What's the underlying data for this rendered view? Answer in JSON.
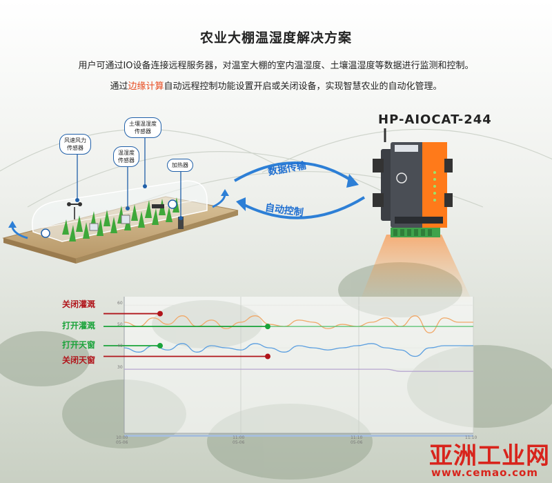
{
  "header": {
    "title": "农业大棚温湿度解决方案",
    "line1": "用户可通过IO设备连接远程服务器，对温室大棚的室内温湿度、土壤温湿度等数据进行监测和控制。",
    "line2_prefix": "通过",
    "line2_highlight": "边缘计算",
    "line2_suffix": "自动远程控制功能设置开启或关闭设备，实现智慧农业的自动化管理。"
  },
  "device": {
    "label": "HP-AIOCAT-244"
  },
  "sensors": {
    "wind": "风速风力\n传感器",
    "soil": "土壤温湿度\n传感器",
    "temp_hum": "温湿度\n传感器",
    "heater": "加热器"
  },
  "flows": {
    "upload": "数据传输",
    "control": "自动控制"
  },
  "actions": {
    "close_irrigation": "关闭灌溉",
    "open_irrigation": "打开灌溉",
    "open_window": "打开天窗",
    "close_window": "关闭天窗"
  },
  "colors": {
    "accent_red": "#b0141a",
    "accent_green": "#1aa33a",
    "flow_blue": "#1f6fd1",
    "highlight": "#e8491d"
  },
  "watermark": {
    "brand": "亚洲工业网",
    "url": "www.cemao.com"
  },
  "chart_data": {
    "type": "line",
    "y_ticks": [
      "60",
      "50",
      "40",
      "30"
    ],
    "x_ticks": [
      "10:00\n05-06",
      "11:00\n05-06",
      "11:10\n05-06",
      "11:10"
    ],
    "series": [
      {
        "values": [
          52,
          50,
          54,
          51,
          55,
          50,
          53,
          49,
          52,
          55,
          51,
          50,
          53,
          52,
          49,
          51,
          50,
          52,
          54,
          50,
          55,
          47,
          54,
          52,
          52
        ]
      },
      {
        "values": [
          40,
          38,
          41,
          39,
          42,
          38,
          41,
          40,
          39,
          42,
          40,
          38,
          41,
          40,
          39,
          40,
          41,
          42,
          40,
          39,
          36,
          40,
          41,
          41,
          41
        ]
      },
      {
        "values": [
          30,
          30,
          30,
          30,
          30,
          30,
          30,
          30,
          30,
          30,
          30,
          30,
          30,
          30,
          30,
          30,
          30,
          30,
          30,
          29,
          29,
          29,
          29,
          29,
          29
        ]
      }
    ],
    "thresholds": [
      {
        "action": "close_irrigation",
        "value": 56
      },
      {
        "action": "open_irrigation",
        "value": 50
      },
      {
        "action": "open_window",
        "value": 41
      },
      {
        "action": "close_window",
        "value": 36
      }
    ]
  }
}
